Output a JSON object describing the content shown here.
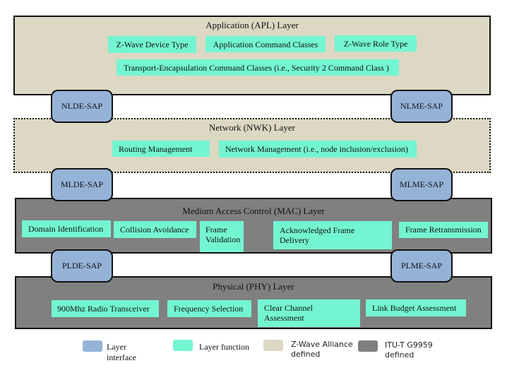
{
  "layers": {
    "apl": {
      "title": "Application (APL) Layer",
      "functions": [
        "Z-Wave Device Type",
        "Application Command Classes",
        "Z-Wave Role Type",
        "Transport-Encapsulation Command Classes (i.e., Security 2 Command Class  )"
      ]
    },
    "nwk": {
      "title": "Network (NWK) Layer",
      "functions": [
        "Routing Management",
        "Network Management (i.e., node inclusion/exclusion)"
      ]
    },
    "mac": {
      "title": "Medium Access Control (MAC) Layer",
      "functions": [
        "Domain Identification",
        "Collision Avoidance",
        "Frame Validation",
        "Acknowledged Frame Delivery",
        "Frame Retransmission"
      ]
    },
    "phy": {
      "title": "Physical (PHY) Layer",
      "functions": [
        "900Mhz Radio Transceiver",
        "Frequency Selection",
        "Clear Channel Assessment",
        "Link Budget Assessment"
      ]
    }
  },
  "saps": {
    "nlde": "NLDE-SAP",
    "nlme": "NLME-SAP",
    "mlde": "MLDE-SAP",
    "mlme": "MLME-SAP",
    "plde": "PLDE-SAP",
    "plme": "PLME-SAP"
  },
  "legend": [
    {
      "label": "Layer interface",
      "color": "#95b3d7"
    },
    {
      "label": "Layer function",
      "color": "#74f5d1"
    },
    {
      "label": "Z-Wave Alliance defined",
      "color": "#ddd8c4"
    },
    {
      "label": "ITU-T G9959 defined",
      "color": "#808080"
    }
  ],
  "colors": {
    "layer_interface": "#95b3d7",
    "layer_function": "#74f5d1",
    "zwave_alliance": "#ddd8c4",
    "itu_t": "#808080"
  }
}
